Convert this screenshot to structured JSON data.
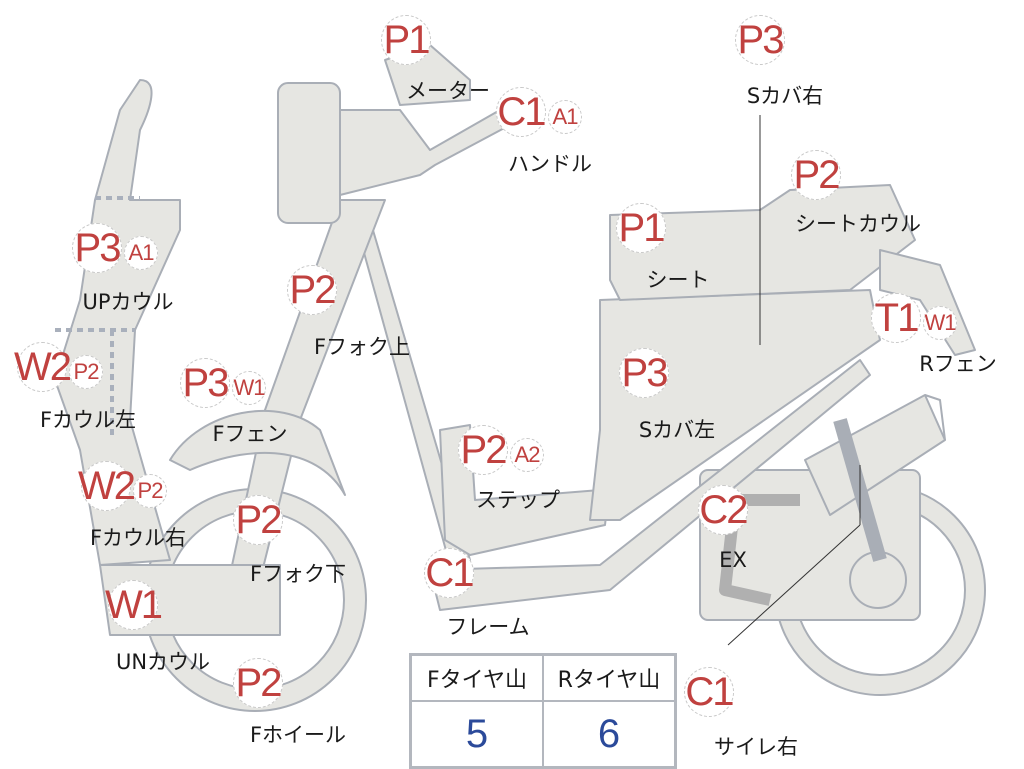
{
  "colors": {
    "badge_text": "#c0413f",
    "value_text": "#2b4a9a",
    "part_fill": "#e6e6e2",
    "part_stroke": "#a9aeb6"
  },
  "parts": [
    {
      "codes": [
        "P1"
      ],
      "name": "メーター"
    },
    {
      "codes": [
        "C1",
        "A1"
      ],
      "name": "ハンドル"
    },
    {
      "codes": [
        "P3"
      ],
      "name": "Sカバ右"
    },
    {
      "codes": [
        "P2"
      ],
      "name": "シートカウル"
    },
    {
      "codes": [
        "P1"
      ],
      "name": "シート"
    },
    {
      "codes": [
        "T1",
        "W1"
      ],
      "name": "Rフェン"
    },
    {
      "codes": [
        "P3"
      ],
      "name": "Sカバ左"
    },
    {
      "codes": [
        "P3",
        "A1"
      ],
      "name": "UPカウル"
    },
    {
      "codes": [
        "P2"
      ],
      "name": "Fフォク上"
    },
    {
      "codes": [
        "W2",
        "P2"
      ],
      "name": "Fカウル左"
    },
    {
      "codes": [
        "P3",
        "W1"
      ],
      "name": "Fフェン"
    },
    {
      "codes": [
        "P2",
        "A2"
      ],
      "name": "ステップ"
    },
    {
      "codes": [
        "W2",
        "P2"
      ],
      "name": "Fカウル右"
    },
    {
      "codes": [
        "P2"
      ],
      "name": "Fフォク下"
    },
    {
      "codes": [
        "C2"
      ],
      "name": "EX"
    },
    {
      "codes": [
        "C1"
      ],
      "name": "フレーム"
    },
    {
      "codes": [
        "W1"
      ],
      "name": "UNカウル"
    },
    {
      "codes": [
        "P2"
      ],
      "name": "Fホイール"
    },
    {
      "codes": [
        "C1"
      ],
      "name": "サイレ右"
    }
  ],
  "tire_table": {
    "headers": [
      "Fタイヤ山",
      "Rタイヤ山"
    ],
    "values": [
      "5",
      "6"
    ]
  }
}
